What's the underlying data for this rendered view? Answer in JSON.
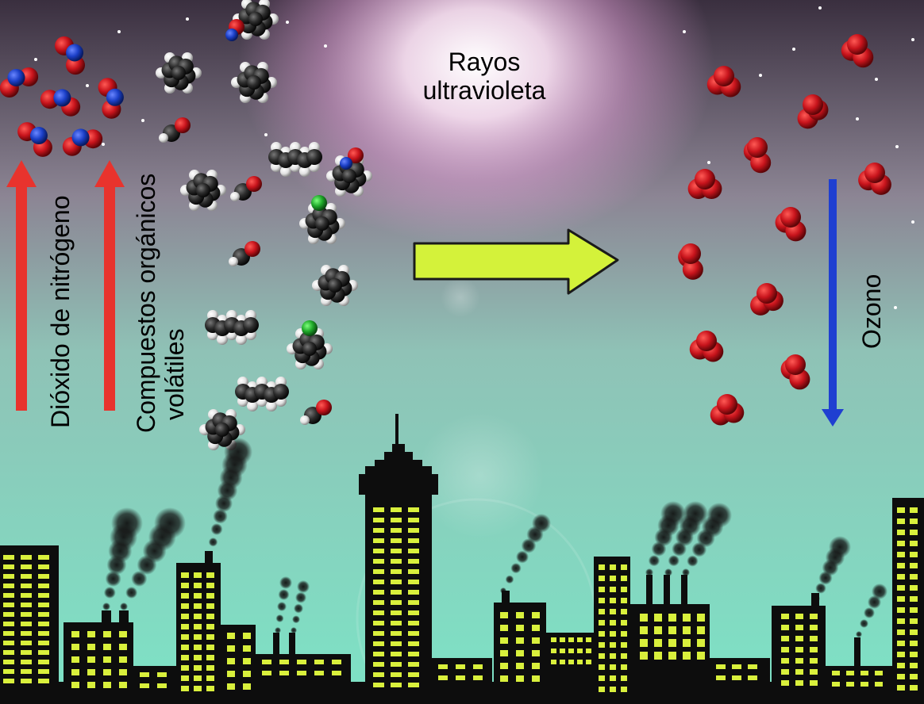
{
  "labels": {
    "uv_line1": "Rayos",
    "uv_line2": "ultravioleta",
    "nitrogen_dioxide": "Dióxido de nitrógeno",
    "voc_line1": "Compuestos orgánicos",
    "voc_line2": "volátiles",
    "ozone": "Ozono"
  },
  "colors": {
    "sky_top": "#3a2f3f",
    "sky_mid": "#8fa9a6",
    "sky_bottom": "#7de3c6",
    "sun_glow": "#f7c6ee",
    "up_arrows": "#e8332d",
    "down_arrow": "#1f3fd1",
    "reaction_arrow": "#d4f23a",
    "oxygen": "#c8141c",
    "nitrogen": "#1b3fc7",
    "carbon": "#2d2d2d",
    "hydrogen": "#ececec",
    "chlorine": "#1fa82a",
    "building": "#0d0d0d",
    "window": "#d9f03c"
  },
  "icons": {
    "up_arrows": "arrow-up-icon",
    "down_arrow": "arrow-down-icon",
    "reaction_arrow": "arrow-right-icon"
  }
}
